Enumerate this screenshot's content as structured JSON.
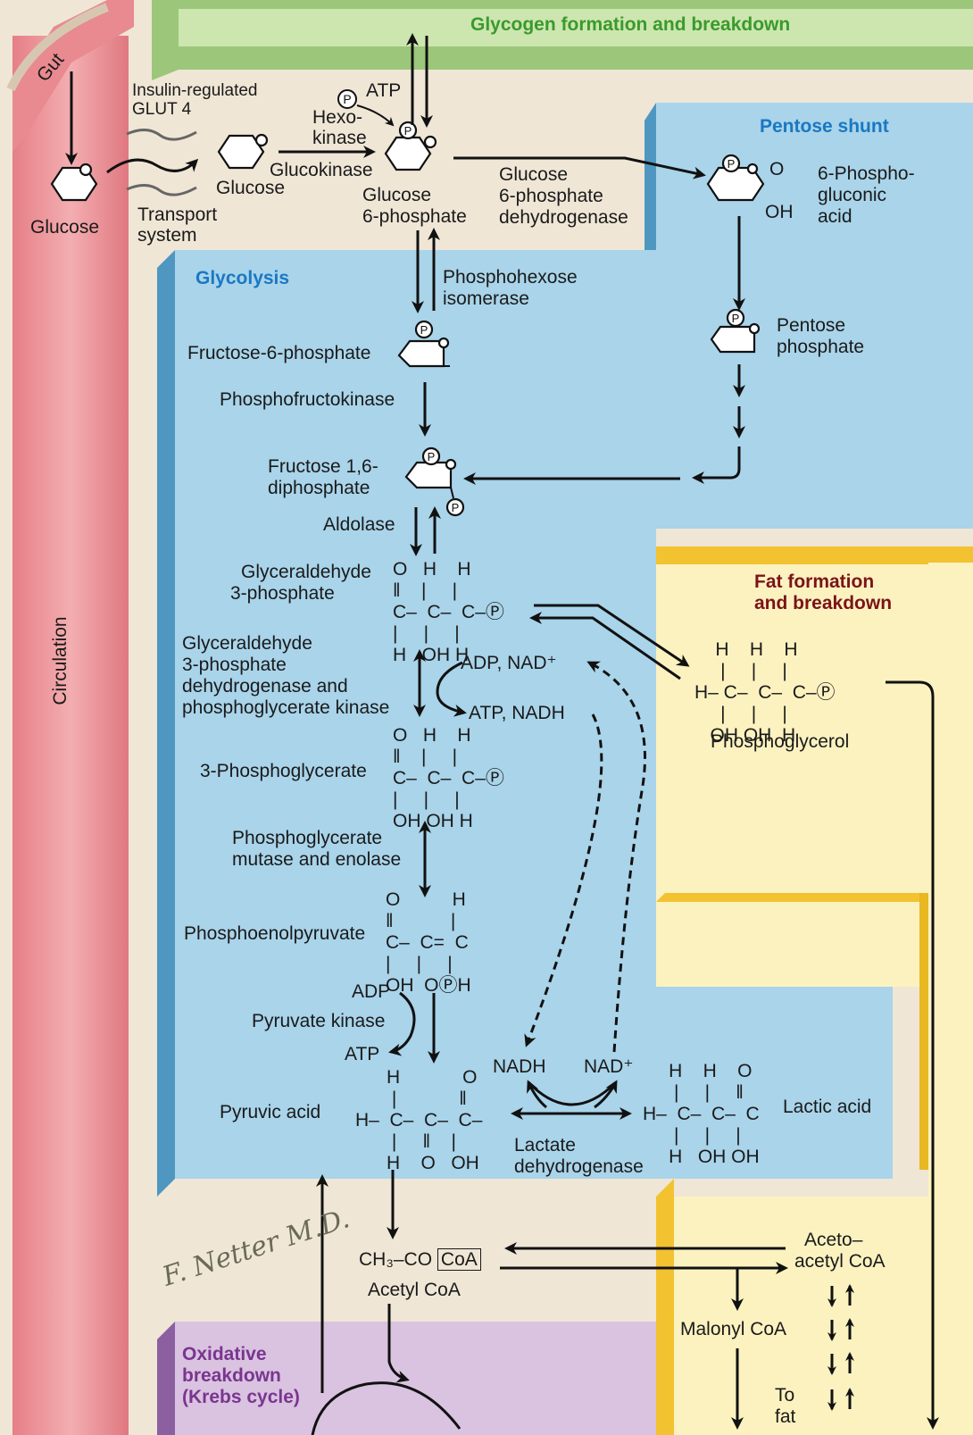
{
  "headers": {
    "glycogen": "Glycogen formation and breakdown",
    "pentose": "Pentose shunt",
    "glycolysis": "Glycolysis",
    "fat_l1": "Fat formation",
    "fat_l2": "and breakdown",
    "ox_l1": "Oxidative",
    "ox_l2": "breakdown",
    "ox_l3": "(Krebs cycle)"
  },
  "labels": {
    "gut": "Gut",
    "circulation": "Circulation",
    "glucose_blood": "Glucose",
    "insulin_l1": "Insulin-regulated",
    "insulin_l2": "GLUT 4",
    "transport_l1": "Transport",
    "transport_l2": "system",
    "glucose_cell": "Glucose",
    "hexo_l1": "Hexo-",
    "hexo_l2": "kinase",
    "atp_top": "ATP",
    "glucokinase": "Glucokinase",
    "g6p_l1": "Glucose",
    "g6p_l2": "6-phosphate",
    "g6pd_l1": "Glucose",
    "g6pd_l2": "6-phosphate",
    "g6pd_l3": "dehydrogenase",
    "pg_l1": "6-Phospho-",
    "pg_l2": "gluconic",
    "pg_l3": "acid",
    "pg_o": "O",
    "pg_oh": "OH",
    "pentose_l1": "Pentose",
    "pentose_l2": "phosphate",
    "phi_l1": "Phosphohexose",
    "phi_l2": "isomerase",
    "f6p": "Fructose-6-phosphate",
    "pfk": "Phosphofructokinase",
    "f16_l1": "Fructose 1,6-",
    "f16_l2": "diphosphate",
    "aldolase": "Aldolase",
    "g3p_l1": "Glyceraldehyde",
    "g3p_l2": "3-phosphate",
    "g3pd_l1": "Glyceraldehyde",
    "g3pd_l2": "3-phosphate",
    "g3pd_l3": "dehydrogenase and",
    "g3pd_l4": "phosphoglycerate kinase",
    "adp_nad": "ADP, NAD⁺",
    "atp_nadh": "ATP, NADH",
    "pgly": "Phosphoglycerol",
    "p3g": "3-Phosphoglycerate",
    "pgm_l1": "Phosphoglycerate",
    "pgm_l2": "mutase and enolase",
    "pep": "Phosphoenolpyruvate",
    "adp": "ADP",
    "pk": "Pyruvate kinase",
    "atp": "ATP",
    "pyruvic": "Pyruvic acid",
    "nadh": "NADH",
    "nad_plus": "NAD⁺",
    "lactic": "Lactic acid",
    "ldh_l1": "Lactate",
    "ldh_l2": "dehydrogenase",
    "acetyl_ch3co": "CH₃–CO",
    "coa": "CoA",
    "acetyl_coa": "Acetyl  CoA",
    "aceto_l1": "Aceto–",
    "aceto_l2": "acetyl  CoA",
    "malonyl": "Malonyl CoA",
    "to_fat_l1": "To",
    "to_fat_l2": "fat",
    "signature": "F. Netter M.D."
  },
  "structures": {
    "g3p": "O   H    H\n‖    |     |\nC–  C–  C–Ⓟ\n|     |     |\nH   OH H",
    "pgly": "    H    H    H\n     |     |     |\nH– C–  C–  C–Ⓟ\n     |     |     |\n   OH OH  H",
    "p3g": "O   H    H\n‖    |     |\nC–  C–  C–Ⓟ\n|     |     |\nOH OH H",
    "pep": "O          H\n‖           |\nC–  C=  C\n|     |     |\nOH  OⓅH",
    "pyr": "      H            O\n       |            ‖\nH–  C–  C–  C–\n       |     ‖    |\n      H    O   OH",
    "lac": "     H    H    O\n      |     |     ‖\nH–  C–  C–  C\n      |     |     |\n     H   OH OH"
  },
  "colors": {
    "background": "#efe6d6",
    "circulation": "#f0a0a4",
    "glycogen_panel": "#c7e3a8",
    "blue_panel": "#a9d4ea",
    "fat_panel": "#fcf2c0",
    "gold_edge": "#f2c230",
    "oxidative_panel": "#d9c3e0",
    "header_blue": "#1a78c2",
    "header_green": "#3a9a2c",
    "header_maroon": "#7a1418",
    "header_purple": "#7a3590"
  }
}
